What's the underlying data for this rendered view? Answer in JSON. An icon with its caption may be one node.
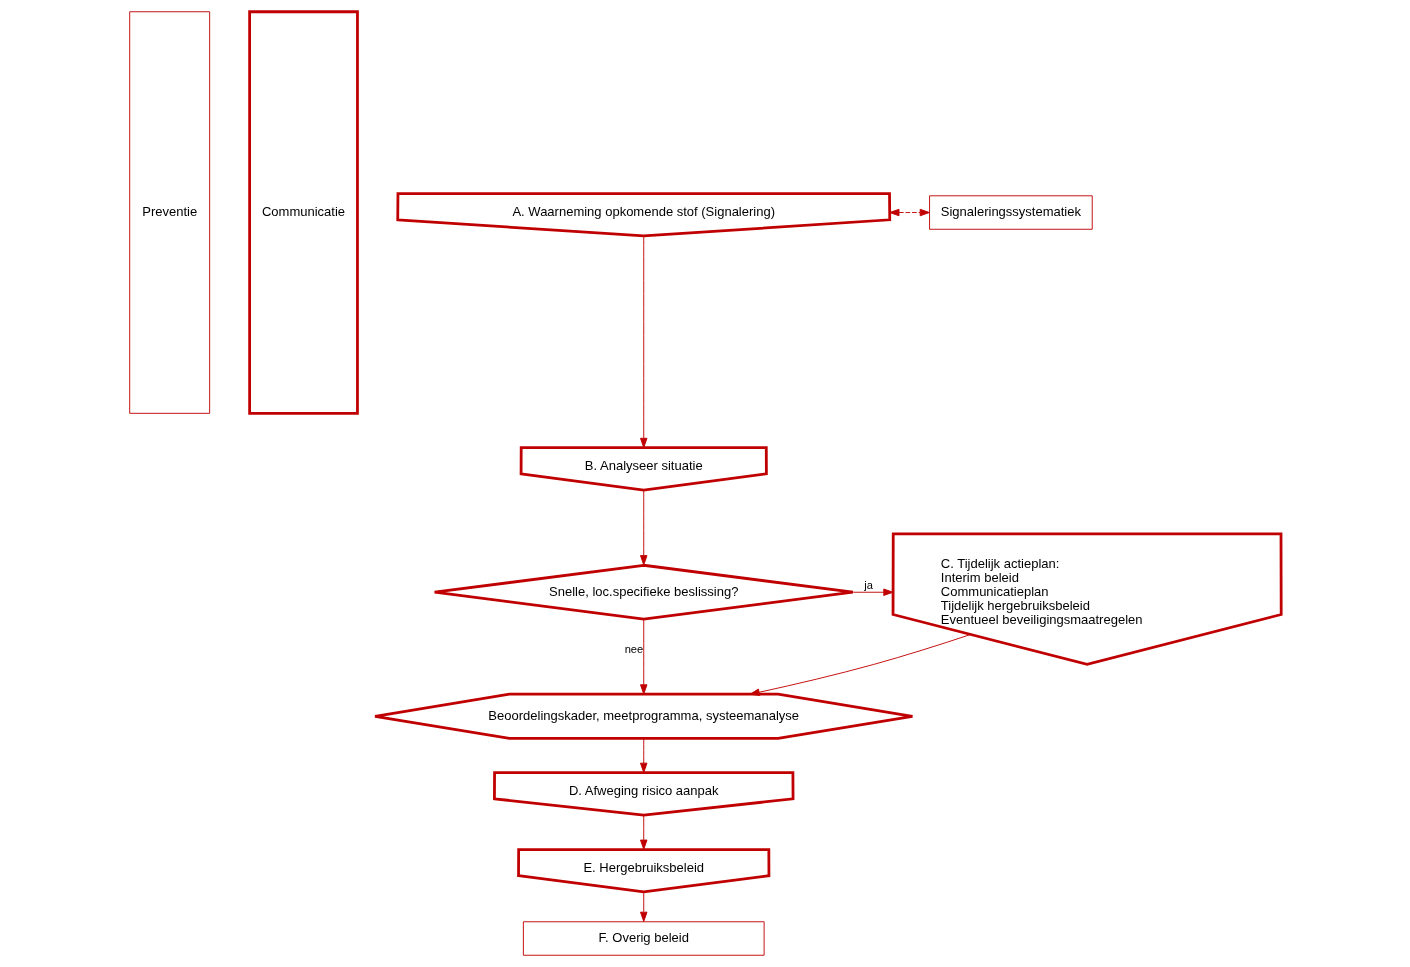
{
  "diagram": {
    "nodes": [
      {
        "text": [
          "A. Waarneming opkomende stof (Signalering)"
        ]
      },
      {
        "text": [
          "Signaleringssystematiek"
        ]
      },
      {
        "text": [
          "B. Analyseer situatie"
        ]
      },
      {
        "text": [
          "Snelle, loc.specifieke beslissing?"
        ]
      },
      {
        "text": [
          "C. Tijdelijk actieplan:",
          "Interim beleid",
          "Communicatieplan",
          "Tijdelijk hergebruiksbeleid",
          "Eventueel beveiligingsmaatregelen"
        ]
      },
      {
        "text": [
          "Beoordelingskader, meetprogramma, systeemanalyse"
        ]
      },
      {
        "text": [
          "D. Afweging risico aanpak"
        ]
      },
      {
        "text": [
          "E. Hergebruiksbeleid"
        ]
      },
      {
        "text": [
          "F. Overig beleid"
        ]
      },
      {
        "text": [
          "Preventie"
        ]
      },
      {
        "text": [
          "Communicatie"
        ]
      }
    ],
    "edges": [
      {
        "from": 0,
        "to": 1,
        "arrow": "both",
        "style": "dashed"
      },
      {
        "from": 0,
        "to": 2,
        "arrow": "to"
      },
      {
        "from": 2,
        "to": 3,
        "arrow": "to"
      },
      {
        "from": 3,
        "to": 4,
        "arrow": "to",
        "label": "ja"
      },
      {
        "from": 3,
        "to": 5,
        "arrow": "to",
        "label": "nee"
      },
      {
        "from": 4,
        "to": 5,
        "arrow": "to"
      },
      {
        "from": 5,
        "to": 6,
        "arrow": "to"
      },
      {
        "from": 6,
        "to": 7,
        "arrow": "to"
      },
      {
        "from": 7,
        "to": 8,
        "arrow": "to"
      }
    ]
  }
}
